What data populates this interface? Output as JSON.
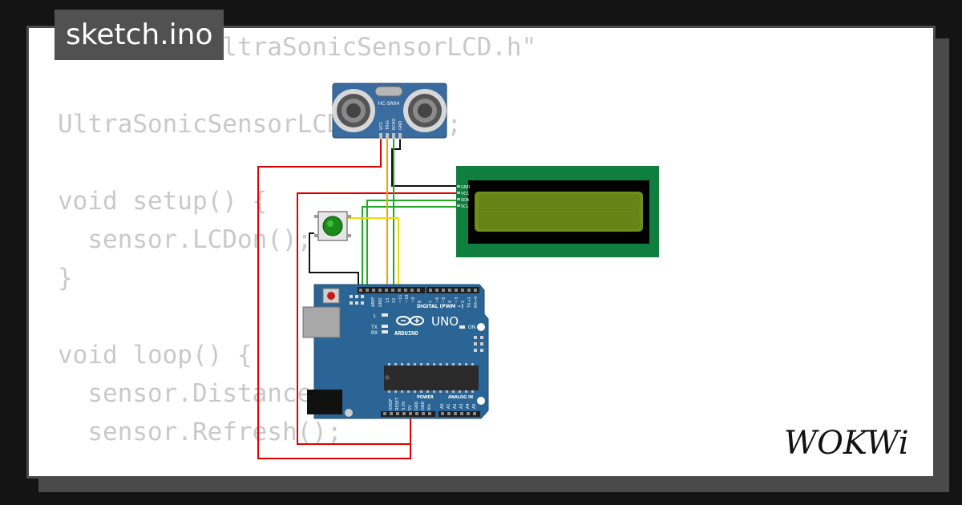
{
  "file_tab": {
    "label": "sketch.ino"
  },
  "code_lines": [
    "#include \"UltraSonicSensorLCD.h\"",
    "",
    "UltraSonicSensorLCD sensor;",
    "",
    "void setup() {",
    "  sensor.LCDon();",
    "}",
    "",
    "void loop() {",
    "  sensor.DistanceLCD();",
    "  sensor.Refresh();"
  ],
  "sensor": {
    "model": "HC-SR04",
    "pins": [
      "VCC",
      "TRIG",
      "ECHO",
      "GND"
    ]
  },
  "lcd": {
    "pins": [
      "GND",
      "VCC",
      "SDA",
      "SCL"
    ]
  },
  "arduino": {
    "brand": "ARDUINO",
    "model": "UNO",
    "digital_label": "DIGITAL (PWM ~)",
    "power_label": "POWER",
    "analog_label": "ANALOG IN",
    "on_label": "ON",
    "l_label": "L",
    "tx_label": "TX",
    "rx_label": "RX",
    "aref_label": "AREF",
    "gnd_label": "GND",
    "digital_pins": [
      "13",
      "12",
      "~11",
      "~10",
      "~9",
      "8",
      "7",
      "~6",
      "~5",
      "4",
      "~3",
      "2",
      "TX→1",
      "RX←0"
    ],
    "power_pins": [
      "IOREF",
      "RESET",
      "3.3V",
      "5V",
      "GND",
      "GND",
      "Vin"
    ],
    "analog_pins": [
      "A0",
      "A1",
      "A2",
      "A3",
      "A4",
      "A5"
    ]
  },
  "logo": {
    "text": "WOKWi"
  },
  "colors": {
    "background": "#141414",
    "card": "#ffffff",
    "tag": "#515151",
    "code_text": "#c9c9c9",
    "arduino_board": "#2b6595",
    "lcd_pcb": "#0e7f3e",
    "lcd_screen": "#6b8f18",
    "sensor_board": "#3b6c9f",
    "button": "#1a8a1a",
    "wire_red": "#e10000",
    "wire_black": "#111111",
    "wire_green": "#22aa22",
    "wire_orange": "#f5a000",
    "wire_yellow": "#f5d800"
  }
}
